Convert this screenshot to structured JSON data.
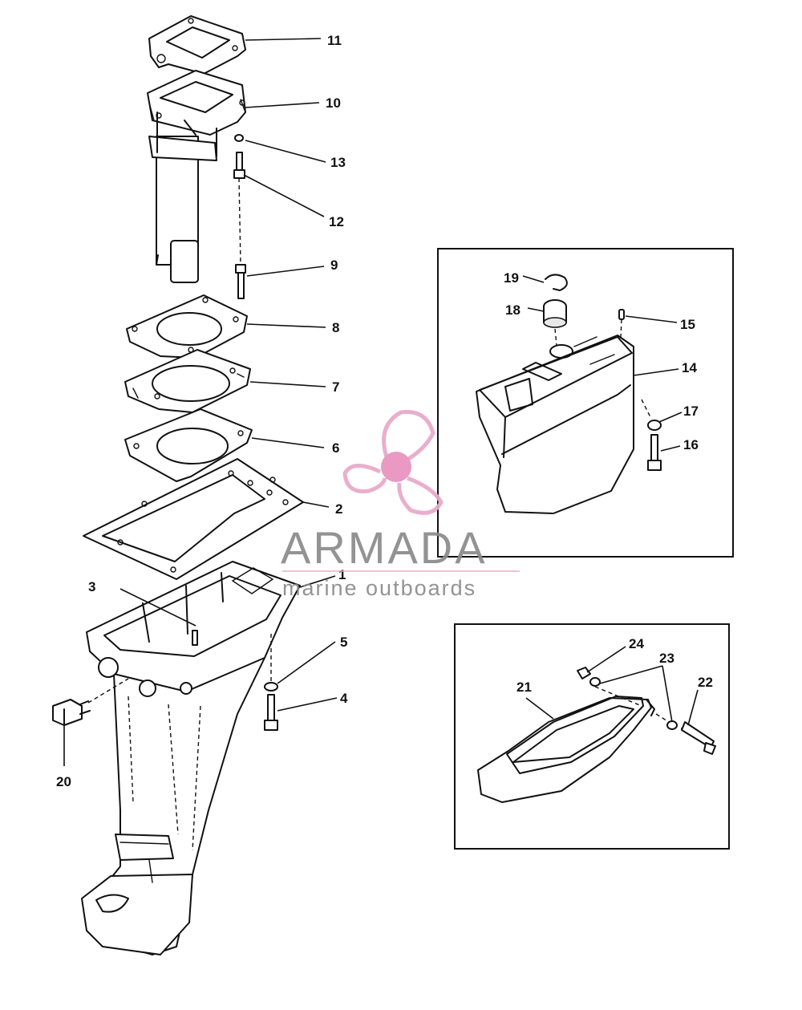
{
  "callouts": {
    "c1": "1",
    "c2": "2",
    "c3": "3",
    "c4": "4",
    "c5": "5",
    "c6": "6",
    "c7": "7",
    "c8": "8",
    "c9": "9",
    "c10": "10",
    "c11": "11",
    "c12": "12",
    "c13": "13",
    "c14": "14",
    "c15": "15",
    "c16": "16",
    "c17": "17",
    "c18": "18",
    "c19": "19",
    "c20": "20",
    "c21": "21",
    "c22": "22",
    "c23": "23",
    "c24": "24"
  },
  "watermark": {
    "brand": "ARMADA",
    "tagline": "marine outboards",
    "logo_color": "#e9a8c9",
    "logo_center_color": "#e891bd",
    "text_color": "#8a8a8a"
  },
  "colors": {
    "ink": "#111111",
    "background": "#ffffff"
  }
}
